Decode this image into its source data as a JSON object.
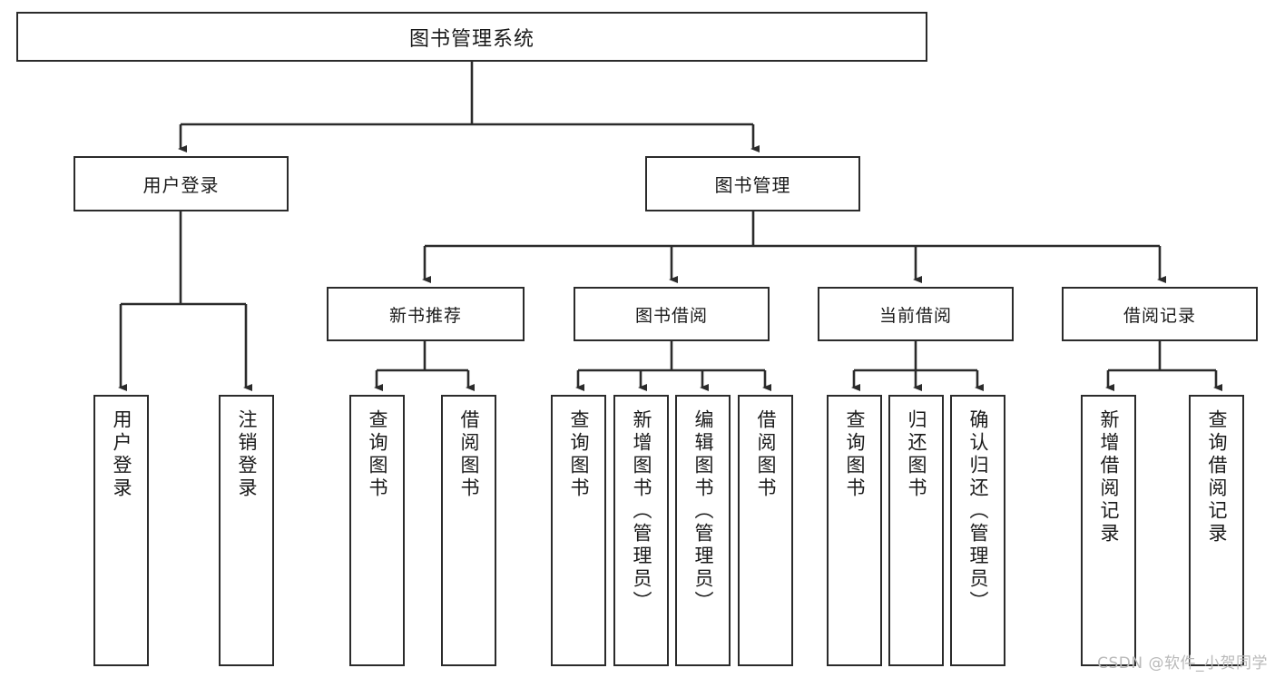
{
  "diagram": {
    "title_text": "图书管理系统",
    "watermark": "CSDN @软件_小贺同学",
    "stroke_color": "#2b2b2b",
    "background_color": "#ffffff",
    "text_color": "#1a1a1a",
    "watermark_color": "#b9b9b9",
    "type": "tree-hierarchy-diagram",
    "nodes": {
      "root": {
        "label": "图书管理系统"
      },
      "level2": [
        {
          "label": "用户登录"
        },
        {
          "label": "图书管理"
        }
      ],
      "level3": [
        {
          "label": "新书推荐"
        },
        {
          "label": "图书借阅"
        },
        {
          "label": "当前借阅"
        },
        {
          "label": "借阅记录"
        }
      ],
      "leaves": {
        "user_login": [
          {
            "label": "用户登录"
          },
          {
            "label": "注销登录"
          }
        ],
        "new_book_recommend": [
          {
            "label": "查询图书"
          },
          {
            "label": "借阅图书"
          }
        ],
        "book_borrow": [
          {
            "label": "查询图书"
          },
          {
            "label": "新增图书（管理员）"
          },
          {
            "label": "编辑图书（管理员）"
          },
          {
            "label": "借阅图书"
          }
        ],
        "current_borrow": [
          {
            "label": "查询图书"
          },
          {
            "label": "归还图书"
          },
          {
            "label": "确认归还（管理员）"
          }
        ],
        "borrow_record": [
          {
            "label": "新增借阅记录"
          },
          {
            "label": "查询借阅记录"
          }
        ]
      }
    }
  }
}
